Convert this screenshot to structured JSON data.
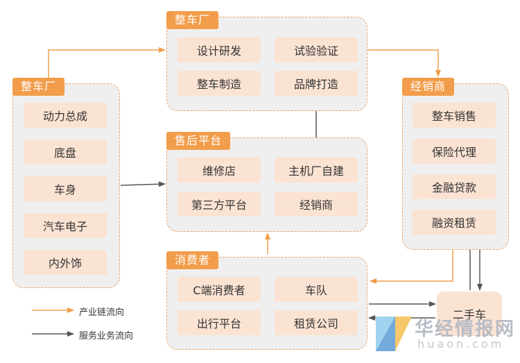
{
  "groups": {
    "left_oem": {
      "title": "整车厂",
      "items": [
        "动力总成",
        "底盘",
        "车身",
        "汽车电子",
        "内外饰"
      ]
    },
    "top_oem": {
      "title": "整车厂",
      "items": [
        "设计研发",
        "试验验证",
        "整车制造",
        "品牌打造"
      ]
    },
    "dealer": {
      "title": "经销商",
      "items": [
        "整车销售",
        "保险代理",
        "金融贷款",
        "融资租赁"
      ]
    },
    "aftersales": {
      "title": "售后平台",
      "items": [
        "维修店",
        "主机厂自建",
        "第三方平台",
        "经销商"
      ]
    },
    "consumer": {
      "title": "消费者",
      "items": [
        "C端消费者",
        "车队",
        "出行平台",
        "租赁公司"
      ]
    }
  },
  "used_car": "二手车",
  "legend": {
    "industry_flow": "产业链流向",
    "service_flow": "服务业务流向"
  },
  "watermark": {
    "cn": "华经情报网",
    "en": "huaon.com"
  },
  "colors": {
    "orange": "#f29d4b",
    "dark": "#555555",
    "item_bg": "#fbe3d3",
    "group_bg": "#efefef"
  }
}
